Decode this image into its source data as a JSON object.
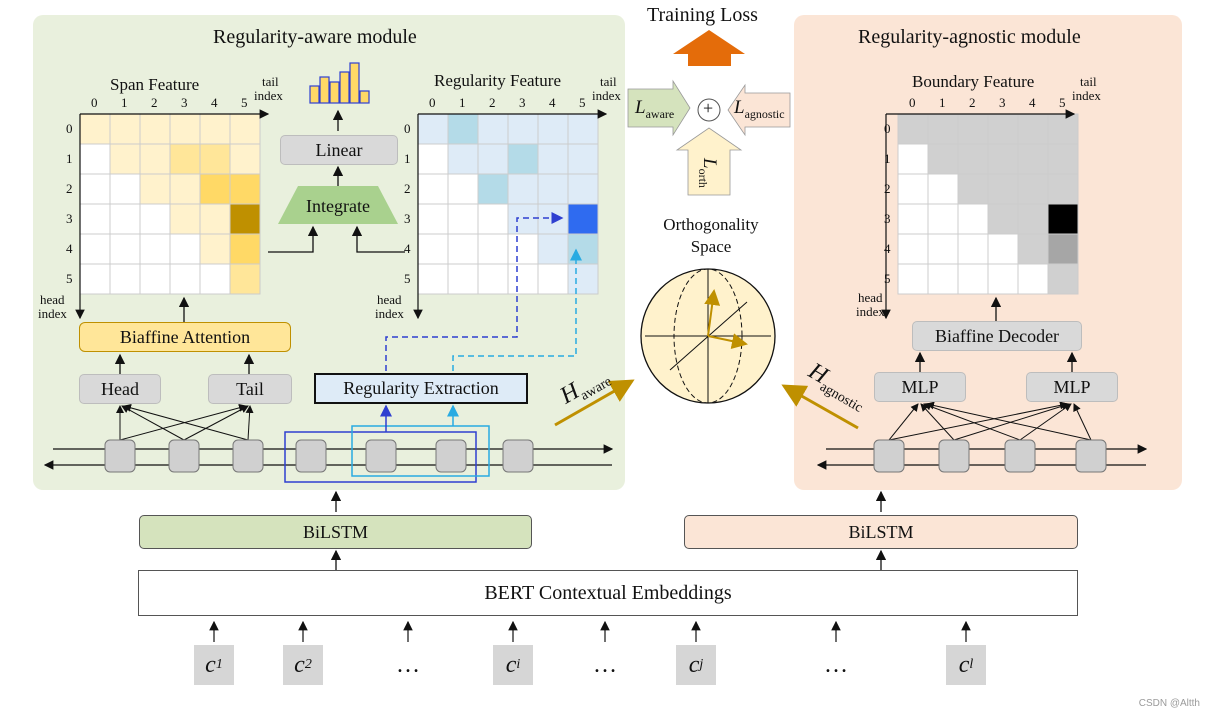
{
  "colors": {
    "aware_panel": "#e9f0dd",
    "agnostic_panel": "#fbe5d6",
    "bilstm_aware": "#d5e3bd",
    "bilstm_agnostic": "#fbe5d6",
    "biaffine_attention": "#ffe699",
    "integrate": "#a9d18e",
    "training_arrow": "#e46c0a",
    "dark_blue": "#2f3fd0",
    "light_blue": "#29abe2",
    "h_arrow": "#bf9000"
  },
  "aware": {
    "title": "Regularity-aware module",
    "span_feature": "Span Feature",
    "regularity_feature": "Regularity Feature",
    "tail_index": [
      "tail",
      "index"
    ],
    "head_index": [
      "head",
      "index"
    ],
    "axis_ticks": [
      "0",
      "1",
      "2",
      "3",
      "4",
      "5"
    ],
    "linear": "Linear",
    "integrate": "Integrate",
    "biaffine_attention": "Biaffine Attention",
    "head": "Head",
    "tail": "Tail",
    "regularity_extraction": "Regularity Extraction",
    "bilstm": "BiLSTM"
  },
  "agnostic": {
    "title": "Regularity-agnostic module",
    "boundary_feature": "Boundary Feature",
    "biaffine_decoder": "Biaffine Decoder",
    "mlp_left": "MLP",
    "mlp_right": "MLP",
    "bilstm": "BiLSTM"
  },
  "loss": {
    "title": "Training Loss",
    "l_aware": "L",
    "l_aware_sub": "aware",
    "l_agnostic": "L",
    "l_agnostic_sub": "agnostic",
    "l_orth": "L",
    "l_orth_sub": "orth",
    "plus": "+"
  },
  "orth": {
    "title_line1": "Orthogonality",
    "title_line2": "Space"
  },
  "h_aware": {
    "main": "H",
    "sub": "aware"
  },
  "h_agnostic": {
    "main": "H",
    "sub": "agnostic"
  },
  "bert": "BERT Contextual Embeddings",
  "tokens": [
    {
      "main": "c",
      "sub": "1"
    },
    {
      "main": "c",
      "sub": "2"
    },
    {
      "main": "…",
      "sub": ""
    },
    {
      "main": "c",
      "sub": "i"
    },
    {
      "main": "…",
      "sub": ""
    },
    {
      "main": "c",
      "sub": "j"
    },
    {
      "main": "…",
      "sub": ""
    },
    {
      "main": "c",
      "sub": "l"
    }
  ],
  "watermark": "CSDN @Altth"
}
